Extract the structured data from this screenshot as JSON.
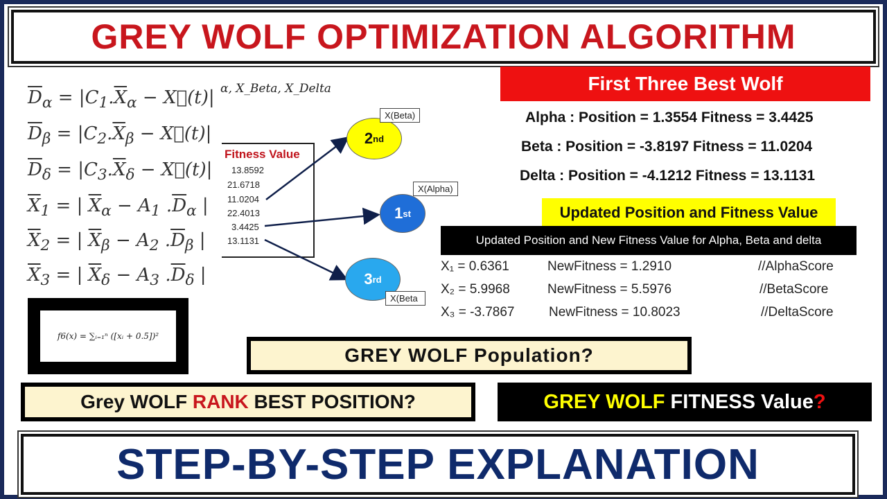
{
  "title": "GREY WOLF OPTIMIZATION ALGORITHM",
  "equations": [
    "D̅ₐ = |C₁.X̅ₐ − X⃗(t)|",
    "D̅ᵦ = |C₂.X̅ᵦ − X⃗(t)|",
    "D̅ᵟ = |C₃.X̅ᵟ − X⃗(t)|",
    "X̅₁ = | X̅ₐ − A₁ .D̅ₐ |",
    "X̅₂ = | X̅ᵦ − A₂ .D̅ᵦ |",
    "X̅₃ = | X̅ᵟ − A₃ .D̅ᵟ |"
  ],
  "formula": "f6(x) = ∑ᵢ₌₁ⁿ ([xᵢ + 0.5])²",
  "partial_header": "α, X_Beta, X_Delta",
  "fitness_value_title": "Fitness Value",
  "fitness_values": [
    "13.8592",
    "21.6718",
    "11.0204",
    "22.4013",
    "3.4425",
    "13.1131"
  ],
  "wolves": {
    "second": {
      "rank": "2",
      "suffix": "nd",
      "tag": "X(Beta)"
    },
    "first": {
      "rank": "1",
      "suffix": "st",
      "tag": "X(Alpha)"
    },
    "third": {
      "rank": "3",
      "suffix": "rd",
      "tag": "X(Beta"
    }
  },
  "best_banner": "First Three Best Wolf",
  "best_lines": [
    "Alpha : Position = 1.3554  Fitness = 3.4425",
    "Beta : Position =  -3.8197 Fitness =  11.0204",
    "Delta : Position =  -4.1212 Fitness = 13.1131"
  ],
  "updated_banner": "Updated Position and Fitness Value",
  "updated_subtitle": "Updated Position and New Fitness Value for Alpha, Beta and delta",
  "updated_rows": [
    {
      "x": "X₁ = 0.6361",
      "fit": "NewFitness = 1.2910",
      "comment": "//AlphaScore"
    },
    {
      "x": "X₂ = 5.9968",
      "fit": "NewFitness = 5.5976",
      "comment": "//BetaScore"
    },
    {
      "x": "X₃ = -3.7867",
      "fit": "NewFitness =  10.8023",
      "comment": "//DeltaScore"
    }
  ],
  "population_q": "GREY WOLF Population?",
  "rank_q": {
    "part1": "Grey WOLF ",
    "part2": "RANK",
    "part3": " BEST POSITION?"
  },
  "fitness_q": {
    "part1": "GREY WOLF",
    "part2": " FITNESS Value",
    "part3": "?"
  },
  "bottom": "STEP-BY-STEP EXPLANATION",
  "colors": {
    "title_red": "#c8161d",
    "navy": "#0f2a6b",
    "banner_red": "#ee1111",
    "highlight_yellow": "#ffff00",
    "wolf_yellow": "#ffff00",
    "wolf_blue": "#1f6ed8",
    "wolf_light_blue": "#29a8ee"
  }
}
